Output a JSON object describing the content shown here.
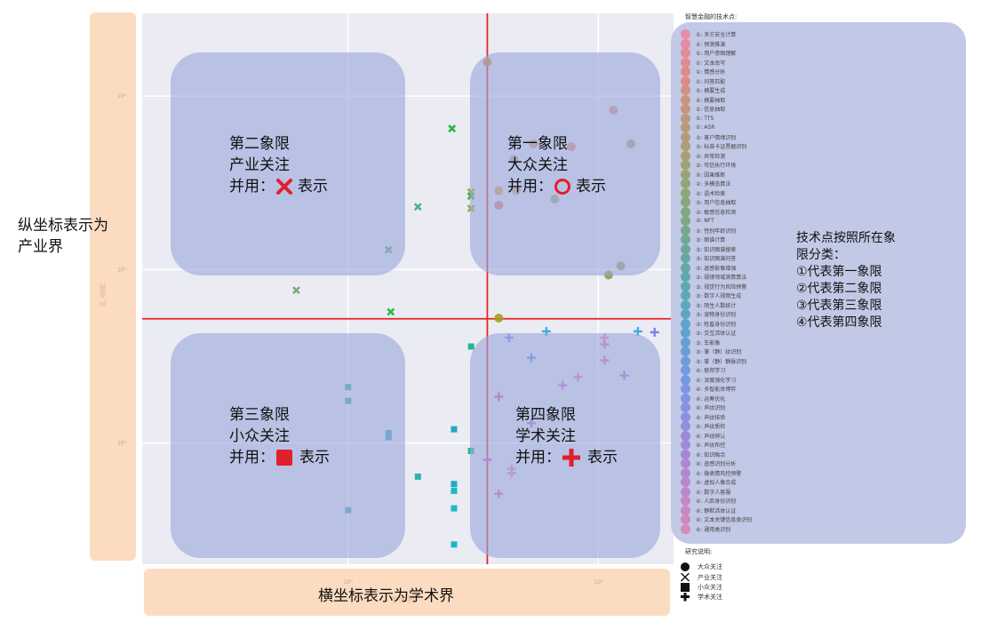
{
  "y_annotation": "纵坐标表示为\n产业界",
  "x_annotation": "横坐标表示为学术界",
  "ylabel": "产业界",
  "xlabel": "学术界",
  "right_note": "技术点按照所在象\n限分类：\n①代表第一象限\n②代表第二象限\n③代表第三象限\n④代表第四象限",
  "legend_title": "智慧金融的技术点:",
  "research_title": "研究说明:",
  "research_items": [
    "大众关注",
    "产业关注",
    "小众关注",
    "学术关注"
  ],
  "quadrants": [
    {
      "title": "第二象限",
      "subtitle": "产业关注",
      "usage": "并用：",
      "suffix": "表示",
      "marker": "x",
      "color": "#e0202a"
    },
    {
      "title": "第一象限",
      "subtitle": "大众关注",
      "usage": "并用：",
      "suffix": "表示",
      "marker": "circle",
      "color": "#e0202a"
    },
    {
      "title": "第三象限",
      "subtitle": "小众关注",
      "usage": "并用：",
      "suffix": "表示",
      "marker": "square",
      "color": "#e0202a"
    },
    {
      "title": "第四象限",
      "subtitle": "学术关注",
      "usage": "并用：",
      "suffix": "表示",
      "marker": "plus",
      "color": "#e0202a"
    }
  ],
  "ref_line_color": "#e32727",
  "chart_data": {
    "type": "scatter",
    "xscale": "log",
    "yscale": "log",
    "xlim": [
      0.15,
      20
    ],
    "ylim": [
      0.2,
      300
    ],
    "xticks": [
      {
        "v": 1,
        "label": "10⁰"
      },
      {
        "v": 10,
        "label": "10¹"
      }
    ],
    "yticks": [
      {
        "v": 1,
        "label": "10⁰"
      },
      {
        "v": 10,
        "label": "10¹"
      },
      {
        "v": 100,
        "label": "10²"
      }
    ],
    "vline_x": 3.6,
    "hline_y": 5.2,
    "grid": true,
    "points": [
      {
        "x": 3.6,
        "y": 157,
        "marker": "circle",
        "color": "#e07a1a"
      },
      {
        "x": 11.5,
        "y": 83,
        "marker": "circle",
        "color": "#e8897a"
      },
      {
        "x": 13.5,
        "y": 53,
        "marker": "circle",
        "color": "#a89a6e"
      },
      {
        "x": 5.5,
        "y": 53,
        "marker": "circle",
        "color": "#d8907a"
      },
      {
        "x": 7.8,
        "y": 51,
        "marker": "circle",
        "color": "#e08870"
      },
      {
        "x": 4.6,
        "y": 43,
        "marker": "circle",
        "color": "#c8947a"
      },
      {
        "x": 4.0,
        "y": 28.5,
        "marker": "circle",
        "color": "#d9a040"
      },
      {
        "x": 4.7,
        "y": 28.5,
        "marker": "circle",
        "color": "#cf9c78"
      },
      {
        "x": 6.7,
        "y": 25.5,
        "marker": "circle",
        "color": "#a8a070"
      },
      {
        "x": 4.0,
        "y": 23.5,
        "marker": "circle",
        "color": "#e87070"
      },
      {
        "x": 12.3,
        "y": 10.5,
        "marker": "circle",
        "color": "#9a9a5a"
      },
      {
        "x": 11.0,
        "y": 9.3,
        "marker": "circle",
        "color": "#8aa050"
      },
      {
        "x": 4.0,
        "y": 5.25,
        "marker": "circle",
        "color": "#a8a020"
      },
      {
        "x": 2.6,
        "y": 65,
        "marker": "x",
        "color": "#20b840"
      },
      {
        "x": 3.1,
        "y": 28,
        "marker": "x",
        "color": "#90b020"
      },
      {
        "x": 3.1,
        "y": 26.5,
        "marker": "x",
        "color": "#40b040"
      },
      {
        "x": 1.9,
        "y": 23,
        "marker": "x",
        "color": "#50b080"
      },
      {
        "x": 3.1,
        "y": 22.5,
        "marker": "x",
        "color": "#88b030"
      },
      {
        "x": 1.45,
        "y": 13,
        "marker": "x",
        "color": "#60a870"
      },
      {
        "x": 0.62,
        "y": 7.6,
        "marker": "x",
        "color": "#80a870"
      },
      {
        "x": 1.48,
        "y": 5.7,
        "marker": "x",
        "color": "#20c040"
      },
      {
        "x": 3.1,
        "y": 3.6,
        "marker": "square",
        "color": "#20b890"
      },
      {
        "x": 1.0,
        "y": 2.1,
        "marker": "square",
        "color": "#40a8b0"
      },
      {
        "x": 1.0,
        "y": 1.75,
        "marker": "square",
        "color": "#40a8b8"
      },
      {
        "x": 1.45,
        "y": 1.14,
        "marker": "square",
        "color": "#40a8b8"
      },
      {
        "x": 1.45,
        "y": 1.08,
        "marker": "square",
        "color": "#40a8b8"
      },
      {
        "x": 2.65,
        "y": 1.2,
        "marker": "square",
        "color": "#20a8c8"
      },
      {
        "x": 3.1,
        "y": 0.9,
        "marker": "square",
        "color": "#20b890"
      },
      {
        "x": 1.9,
        "y": 0.64,
        "marker": "square",
        "color": "#30b0b0"
      },
      {
        "x": 2.65,
        "y": 0.58,
        "marker": "square",
        "color": "#20a8c8"
      },
      {
        "x": 2.65,
        "y": 0.53,
        "marker": "square",
        "color": "#20b8c8"
      },
      {
        "x": 1.0,
        "y": 0.41,
        "marker": "square",
        "color": "#40a8b8"
      },
      {
        "x": 2.65,
        "y": 0.42,
        "marker": "square",
        "color": "#20b8c8"
      },
      {
        "x": 2.65,
        "y": 0.26,
        "marker": "square",
        "color": "#20b8c8"
      },
      {
        "x": 6.2,
        "y": 4.4,
        "marker": "plus",
        "color": "#40a8e8"
      },
      {
        "x": 14.4,
        "y": 4.4,
        "marker": "plus",
        "color": "#40a8e8"
      },
      {
        "x": 16.8,
        "y": 4.35,
        "marker": "plus",
        "color": "#8080e8"
      },
      {
        "x": 10.6,
        "y": 4.05,
        "marker": "plus",
        "color": "#e880b8"
      },
      {
        "x": 10.6,
        "y": 3.7,
        "marker": "plus",
        "color": "#e870b0"
      },
      {
        "x": 4.4,
        "y": 4.05,
        "marker": "plus",
        "color": "#8090e8"
      },
      {
        "x": 5.4,
        "y": 3.1,
        "marker": "plus",
        "color": "#6090e8"
      },
      {
        "x": 10.6,
        "y": 3.0,
        "marker": "plus",
        "color": "#e870a0"
      },
      {
        "x": 12.7,
        "y": 2.45,
        "marker": "plus",
        "color": "#b070e0"
      },
      {
        "x": 8.3,
        "y": 2.4,
        "marker": "plus",
        "color": "#e870c8"
      },
      {
        "x": 7.2,
        "y": 2.15,
        "marker": "plus",
        "color": "#d070e0"
      },
      {
        "x": 4.0,
        "y": 1.85,
        "marker": "plus",
        "color": "#f040b8"
      },
      {
        "x": 5.4,
        "y": 1.3,
        "marker": "plus",
        "color": "#b070e0"
      },
      {
        "x": 3.6,
        "y": 0.8,
        "marker": "plus",
        "color": "#f040a0"
      },
      {
        "x": 4.5,
        "y": 0.71,
        "marker": "plus",
        "color": "#f080b8"
      },
      {
        "x": 4.5,
        "y": 0.67,
        "marker": "plus",
        "color": "#f080b8"
      },
      {
        "x": 4.0,
        "y": 0.51,
        "marker": "plus",
        "color": "#f060a0"
      }
    ]
  },
  "tech_points": [
    {
      "label": "①: 多方安全计算",
      "color": "#e88aae"
    },
    {
      "label": "①: 预测推演",
      "color": "#e88aa4"
    },
    {
      "label": "①: 用户意图理解",
      "color": "#e48a9a"
    },
    {
      "label": "①: 文本改写",
      "color": "#e28b90"
    },
    {
      "label": "①: 情感分析",
      "color": "#de8c88"
    },
    {
      "label": "①: 问答匹配",
      "color": "#da8e84"
    },
    {
      "label": "①: 摘要生成",
      "color": "#d49080"
    },
    {
      "label": "①: 摘要抽取",
      "color": "#cc9480"
    },
    {
      "label": "①: 信息抽取",
      "color": "#c6967e"
    },
    {
      "label": "①: TTS",
      "color": "#be987c"
    },
    {
      "label": "①: ASR",
      "color": "#b89a7a"
    },
    {
      "label": "②: 客户情绪识别",
      "color": "#b29c78"
    },
    {
      "label": "②: 标准卡证票据识别",
      "color": "#ac9e76"
    },
    {
      "label": "②: 异常检测",
      "color": "#a6a074"
    },
    {
      "label": "②: 可信执行环境",
      "color": "#a0a272"
    },
    {
      "label": "②: 因果推断",
      "color": "#9aa472"
    },
    {
      "label": "②: 多模态算法",
      "color": "#94a474"
    },
    {
      "label": "②: 语术检索",
      "color": "#8ea678"
    },
    {
      "label": "②: 用户信息抽取",
      "color": "#88a67c"
    },
    {
      "label": "②: 敏感信息检测",
      "color": "#82a882"
    },
    {
      "label": "②: NFT",
      "color": "#7ca888"
    },
    {
      "label": "②: 性别年龄识别",
      "color": "#76a88e"
    },
    {
      "label": "③: 图谱计算",
      "color": "#70a894"
    },
    {
      "label": "③: 知识图谱搜索",
      "color": "#6aa89a"
    },
    {
      "label": "③: 知识图谱问答",
      "color": "#66a8a0"
    },
    {
      "label": "③: 遥感影像增强",
      "color": "#62a8a6"
    },
    {
      "label": "③: 规律领域测算算法",
      "color": "#60a8ac"
    },
    {
      "label": "③: 视觉行为风险预警",
      "color": "#5ea8b2"
    },
    {
      "label": "③: 数字人视频生成",
      "color": "#5ca8b8"
    },
    {
      "label": "③: 陌生人数统计",
      "color": "#5aa8be"
    },
    {
      "label": "③: 宠物身份识别",
      "color": "#5aa6c4"
    },
    {
      "label": "③: 牲畜身份识别",
      "color": "#5ca4ca"
    },
    {
      "label": "③: 交互活体认证",
      "color": "#60a2d0"
    },
    {
      "label": "③: 车影像",
      "color": "#64a0d4"
    },
    {
      "label": "③: 掌（静）纹识别",
      "color": "#689ed8"
    },
    {
      "label": "③: 掌（静）静脉识别",
      "color": "#6c9cdc"
    },
    {
      "label": "④: 联邦学习",
      "color": "#709ae0"
    },
    {
      "label": "④: 深度强化学习",
      "color": "#7498e2"
    },
    {
      "label": "④: 多智能体博弈",
      "color": "#7a96e4"
    },
    {
      "label": "④: 运筹优化",
      "color": "#8094e4"
    },
    {
      "label": "④: 声纹识别",
      "color": "#8692e2"
    },
    {
      "label": "④: 声纹核验",
      "color": "#8c90e0"
    },
    {
      "label": "④: 声纹质检",
      "color": "#928edc"
    },
    {
      "label": "④: 声纹辨认",
      "color": "#988cd8"
    },
    {
      "label": "④: 声纹布控",
      "color": "#9e8ad6"
    },
    {
      "label": "④: 知识融合",
      "color": "#a488d4"
    },
    {
      "label": "④: 遥感识别分析",
      "color": "#aa88d2"
    },
    {
      "label": "④: 微表情风控预警",
      "color": "#b088d0"
    },
    {
      "label": "④: 虚拟人像合成",
      "color": "#b688ce"
    },
    {
      "label": "④: 数字人客服",
      "color": "#bc88cc"
    },
    {
      "label": "④: 人脸身份识别",
      "color": "#c288c8"
    },
    {
      "label": "④: 静默活体认证",
      "color": "#c888c4"
    },
    {
      "label": "④: 文本关键信息类识别",
      "color": "#ce88c0"
    },
    {
      "label": "④: 通用类识别",
      "color": "#d488bc"
    }
  ]
}
